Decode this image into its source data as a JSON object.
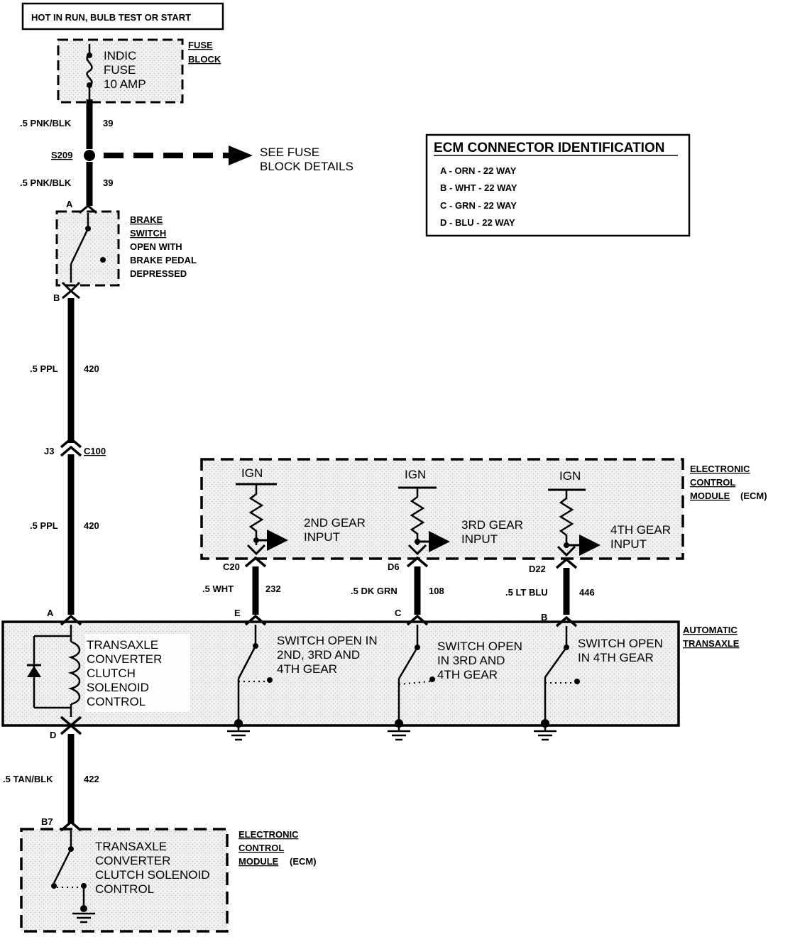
{
  "power_source": "HOT IN RUN, BULB TEST OR START",
  "fuse": {
    "line1": "INDIC",
    "line2": "FUSE",
    "line3": "10 AMP",
    "label1": "FUSE",
    "label2": "BLOCK"
  },
  "wire_39_top": {
    "gauge": ".5 PNK/BLK",
    "circuit": "39"
  },
  "splice": {
    "id": "S209",
    "note1": "SEE FUSE",
    "note2": "BLOCK DETAILS"
  },
  "wire_39_bottom": {
    "gauge": ".5 PNK/BLK",
    "circuit": "39"
  },
  "brake_switch": {
    "pin_top": "A",
    "pin_bottom": "B",
    "lines": [
      "BRAKE",
      "SWITCH",
      "OPEN WITH",
      "BRAKE PEDAL",
      "DEPRESSED"
    ]
  },
  "wire_420_top": {
    "gauge": ".5 PPL",
    "circuit": "420"
  },
  "connector_c100": {
    "pin": "J3",
    "id": "C100"
  },
  "wire_420_bottom": {
    "gauge": ".5 PPL",
    "circuit": "420"
  },
  "ecm_identification": {
    "title": "ECM CONNECTOR IDENTIFICATION",
    "rows": [
      "A - ORN - 22 WAY",
      "B - WHT - 22 WAY",
      "C - GRN - 22 WAY",
      "D - BLU - 22 WAY"
    ]
  },
  "ecm_top": {
    "label1": "ELECTRONIC",
    "label2": "CONTROL",
    "label3": "MODULE",
    "label3_suffix": "(ECM)",
    "inputs": [
      {
        "ign": "IGN",
        "line1": "2ND GEAR",
        "line2": "INPUT",
        "pin": "C20"
      },
      {
        "ign": "IGN",
        "line1": "3RD GEAR",
        "line2": "INPUT",
        "pin": "D6"
      },
      {
        "ign": "IGN",
        "line1": "4TH GEAR",
        "line2": "INPUT",
        "pin": "D22"
      }
    ]
  },
  "gear_wires": [
    {
      "gauge": ".5 WHT",
      "circuit": "232",
      "pin": "E"
    },
    {
      "gauge": ".5 DK GRN",
      "circuit": "108",
      "pin": "C"
    },
    {
      "gauge": ".5 LT BLU",
      "circuit": "446",
      "pin": "B"
    }
  ],
  "transaxle": {
    "label1": "AUTOMATIC",
    "label2": "TRANSAXLE",
    "pin_top": "A",
    "pin_bottom": "D",
    "solenoid_lines": [
      "TRANSAXLE",
      "CONVERTER",
      "CLUTCH",
      "SOLENOID",
      "CONTROL"
    ],
    "switch1": [
      "SWITCH OPEN IN",
      "2ND, 3RD AND",
      "4TH GEAR"
    ],
    "switch2": [
      "SWITCH OPEN",
      "IN 3RD AND",
      "4TH GEAR"
    ],
    "switch3": [
      "SWITCH OPEN",
      "IN 4TH GEAR"
    ]
  },
  "wire_422": {
    "gauge": ".5 TAN/BLK",
    "circuit": "422"
  },
  "ecm_bottom": {
    "pin": "B7",
    "lines": [
      "TRANSAXLE",
      "CONVERTER",
      "CLUTCH SOLENOID",
      "CONTROL"
    ],
    "label1": "ELECTRONIC",
    "label2": "CONTROL",
    "label3": "MODULE",
    "label3_suffix": "(ECM)"
  }
}
